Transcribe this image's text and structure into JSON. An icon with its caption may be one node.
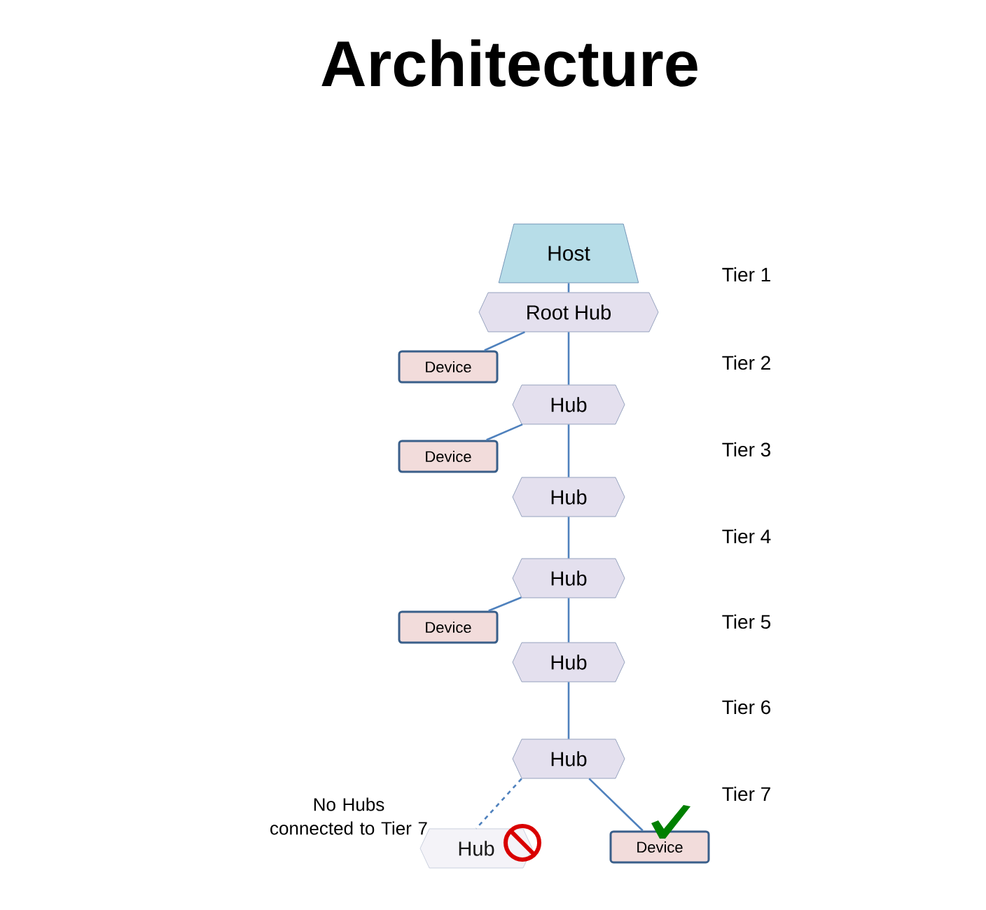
{
  "diagram": {
    "title": "Architecture",
    "nodes": [
      {
        "text": [
          "Host"
        ]
      },
      {
        "text": [
          "Root Hub"
        ]
      },
      {
        "text": [
          "Device"
        ]
      },
      {
        "text": [
          "Hub"
        ]
      },
      {
        "text": [
          "Device"
        ]
      },
      {
        "text": [
          "Hub"
        ]
      },
      {
        "text": [
          "Hub"
        ]
      },
      {
        "text": [
          "Device"
        ]
      },
      {
        "text": [
          "Hub"
        ]
      },
      {
        "text": [
          "Hub"
        ]
      },
      {
        "text": [
          "Hub"
        ]
      },
      {
        "text": [
          "Device"
        ]
      }
    ],
    "edges": [
      {
        "from": 0,
        "to": 1,
        "arrow": "none"
      },
      {
        "from": 1,
        "to": 2,
        "arrow": "none"
      },
      {
        "from": 1,
        "to": 3,
        "arrow": "none"
      },
      {
        "from": 3,
        "to": 4,
        "arrow": "none"
      },
      {
        "from": 3,
        "to": 5,
        "arrow": "none"
      },
      {
        "from": 5,
        "to": 6,
        "arrow": "none"
      },
      {
        "from": 6,
        "to": 7,
        "arrow": "none"
      },
      {
        "from": 6,
        "to": 8,
        "arrow": "none"
      },
      {
        "from": 8,
        "to": 9,
        "arrow": "none"
      },
      {
        "from": 9,
        "to": 10,
        "arrow": "none",
        "style": "dashed"
      },
      {
        "from": 9,
        "to": 11,
        "arrow": "none"
      }
    ],
    "labels": [
      "Tier 1",
      "Tier 2",
      "Tier 3",
      "Tier 4",
      "Tier 5",
      "Tier 6",
      "Tier 7",
      "No Hubs connected to Tier 7"
    ]
  }
}
